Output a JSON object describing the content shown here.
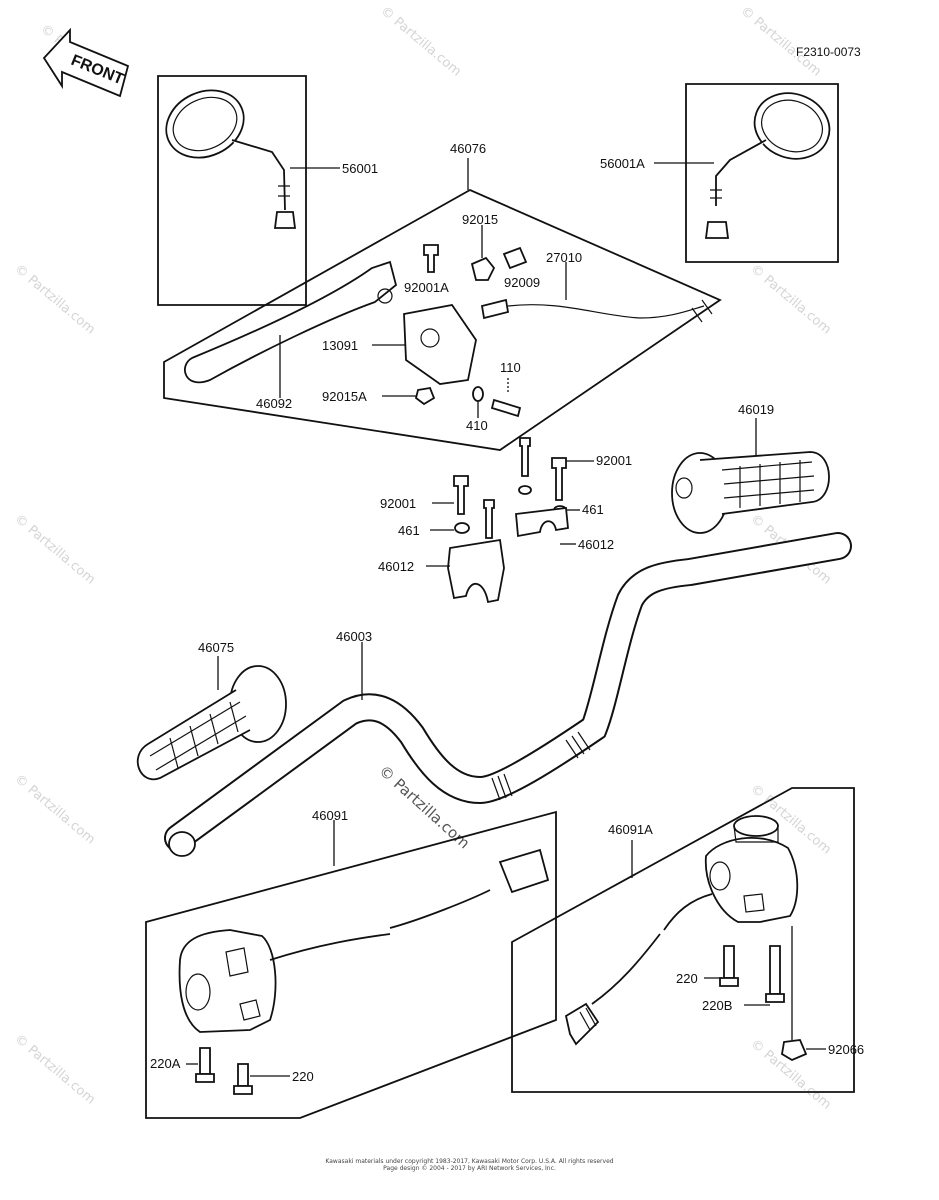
{
  "diagram_code": "F2310-0073",
  "front_label": "FRONT",
  "watermark_text": "© Partzilla.com",
  "footer": {
    "line1": "Kawasaki materials under copyright 1983-2017, Kawasaki Motor Corp. U.S.A. All rights reserved",
    "line2": "Page design © 2004 - 2017 by ARI Network Services, Inc."
  },
  "parts": {
    "p56001": "56001",
    "p56001A": "56001A",
    "p46076": "46076",
    "p92015": "92015",
    "p27010": "27010",
    "p92009": "92009",
    "p92001A": "92001A",
    "p13091": "13091",
    "p110": "110",
    "p46092": "46092",
    "p92015A": "92015A",
    "p410": "410",
    "p46019": "46019",
    "p92001_r": "92001",
    "p92001_l": "92001",
    "p461_r": "461",
    "p461_l": "461",
    "p46012_r": "46012",
    "p46012_l": "46012",
    "p46075": "46075",
    "p46003": "46003",
    "p46091": "46091",
    "p46091A": "46091A",
    "p220_r": "220",
    "p220B": "220B",
    "p92066": "92066",
    "p220A": "220A",
    "p220_l": "220"
  }
}
